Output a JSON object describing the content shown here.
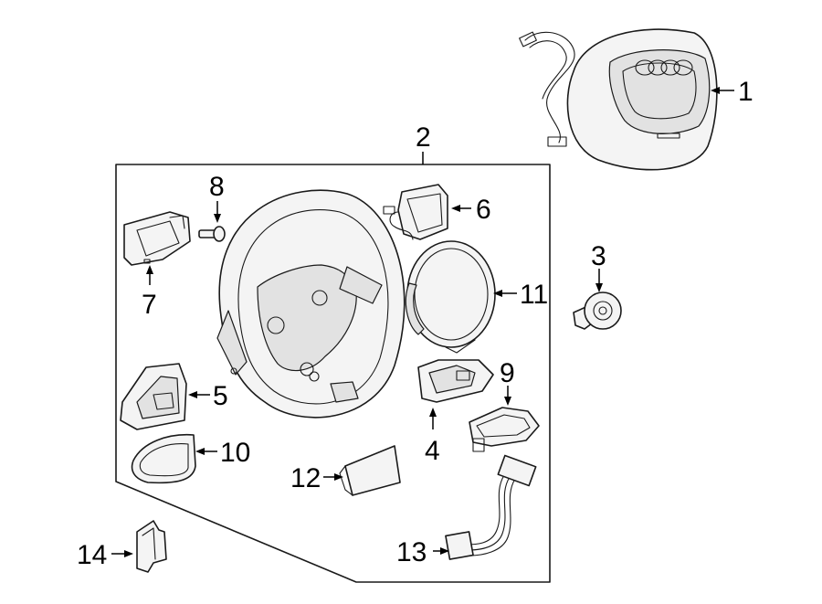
{
  "callouts": [
    {
      "id": "1",
      "text": "1"
    },
    {
      "id": "2",
      "text": "2"
    },
    {
      "id": "3",
      "text": "3"
    },
    {
      "id": "4",
      "text": "4"
    },
    {
      "id": "5",
      "text": "5"
    },
    {
      "id": "6",
      "text": "6"
    },
    {
      "id": "7",
      "text": "7"
    },
    {
      "id": "8",
      "text": "8"
    },
    {
      "id": "9",
      "text": "9"
    },
    {
      "id": "10",
      "text": "10"
    },
    {
      "id": "11",
      "text": "11"
    },
    {
      "id": "12",
      "text": "12"
    },
    {
      "id": "13",
      "text": "13"
    },
    {
      "id": "14",
      "text": "14"
    }
  ],
  "colors": {
    "line": "#1a1a1a",
    "background": "#ffffff",
    "part_fill": "#f4f4f4"
  }
}
